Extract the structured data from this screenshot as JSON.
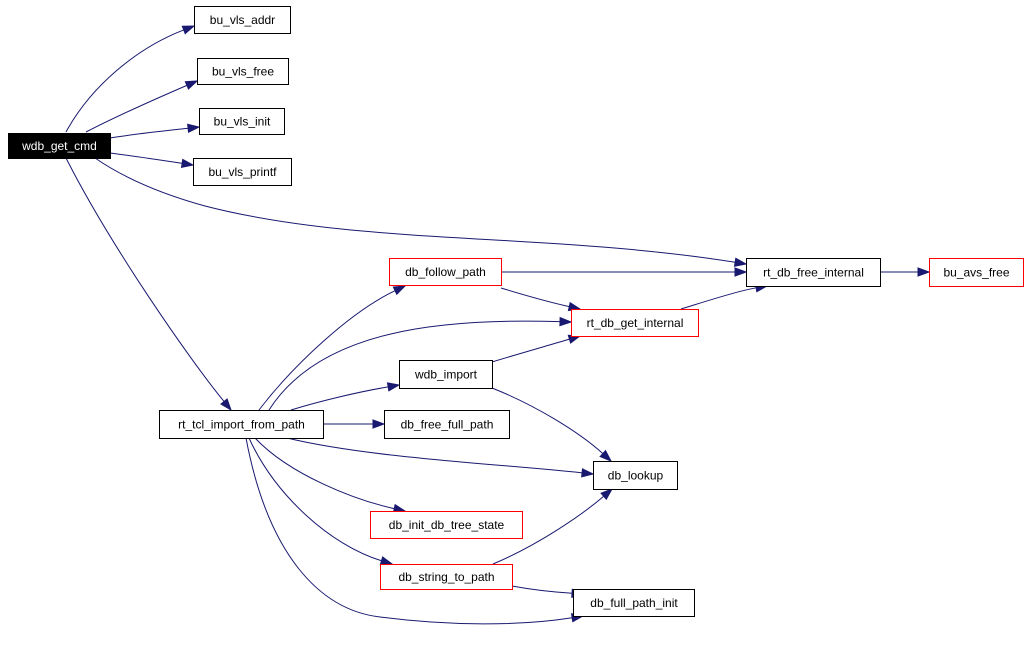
{
  "graph": {
    "colors": {
      "edge": "#191970",
      "border_default": "#000000",
      "border_truncated": "#ff0000",
      "root_fill": "#000000",
      "root_text": "#ffffff",
      "node_fill": "#ffffff",
      "node_text": "#000000"
    },
    "nodes": [
      {
        "id": "wdb_get_cmd",
        "label": "wdb_get_cmd",
        "style": "root"
      },
      {
        "id": "bu_vls_addr",
        "label": "bu_vls_addr",
        "style": "default"
      },
      {
        "id": "bu_vls_free",
        "label": "bu_vls_free",
        "style": "default"
      },
      {
        "id": "bu_vls_init",
        "label": "bu_vls_init",
        "style": "default"
      },
      {
        "id": "bu_vls_printf",
        "label": "bu_vls_printf",
        "style": "default"
      },
      {
        "id": "rt_db_free_internal",
        "label": "rt_db_free_internal",
        "style": "default"
      },
      {
        "id": "bu_avs_free",
        "label": "bu_avs_free",
        "style": "truncated"
      },
      {
        "id": "db_follow_path",
        "label": "db_follow_path",
        "style": "truncated"
      },
      {
        "id": "rt_db_get_internal",
        "label": "rt_db_get_internal",
        "style": "truncated"
      },
      {
        "id": "wdb_import",
        "label": "wdb_import",
        "style": "default"
      },
      {
        "id": "rt_tcl_import_from_path",
        "label": "rt_tcl_import_from_path",
        "style": "default"
      },
      {
        "id": "db_free_full_path",
        "label": "db_free_full_path",
        "style": "default"
      },
      {
        "id": "db_lookup",
        "label": "db_lookup",
        "style": "default"
      },
      {
        "id": "db_init_db_tree_state",
        "label": "db_init_db_tree_state",
        "style": "truncated"
      },
      {
        "id": "db_string_to_path",
        "label": "db_string_to_path",
        "style": "truncated"
      },
      {
        "id": "db_full_path_init",
        "label": "db_full_path_init",
        "style": "default"
      }
    ],
    "edges": [
      {
        "from": "wdb_get_cmd",
        "to": "bu_vls_addr"
      },
      {
        "from": "wdb_get_cmd",
        "to": "bu_vls_free"
      },
      {
        "from": "wdb_get_cmd",
        "to": "bu_vls_init"
      },
      {
        "from": "wdb_get_cmd",
        "to": "bu_vls_printf"
      },
      {
        "from": "wdb_get_cmd",
        "to": "rt_db_free_internal"
      },
      {
        "from": "wdb_get_cmd",
        "to": "rt_tcl_import_from_path"
      },
      {
        "from": "rt_db_free_internal",
        "to": "bu_avs_free"
      },
      {
        "from": "db_follow_path",
        "to": "rt_db_free_internal"
      },
      {
        "from": "db_follow_path",
        "to": "rt_db_get_internal"
      },
      {
        "from": "rt_db_get_internal",
        "to": "rt_db_free_internal"
      },
      {
        "from": "wdb_import",
        "to": "rt_db_get_internal"
      },
      {
        "from": "wdb_import",
        "to": "db_lookup"
      },
      {
        "from": "rt_tcl_import_from_path",
        "to": "db_follow_path"
      },
      {
        "from": "rt_tcl_import_from_path",
        "to": "rt_db_get_internal"
      },
      {
        "from": "rt_tcl_import_from_path",
        "to": "wdb_import"
      },
      {
        "from": "rt_tcl_import_from_path",
        "to": "db_free_full_path"
      },
      {
        "from": "rt_tcl_import_from_path",
        "to": "db_lookup"
      },
      {
        "from": "rt_tcl_import_from_path",
        "to": "db_init_db_tree_state"
      },
      {
        "from": "rt_tcl_import_from_path",
        "to": "db_string_to_path"
      },
      {
        "from": "rt_tcl_import_from_path",
        "to": "db_full_path_init"
      },
      {
        "from": "db_string_to_path",
        "to": "db_lookup"
      },
      {
        "from": "db_string_to_path",
        "to": "db_full_path_init"
      }
    ]
  }
}
